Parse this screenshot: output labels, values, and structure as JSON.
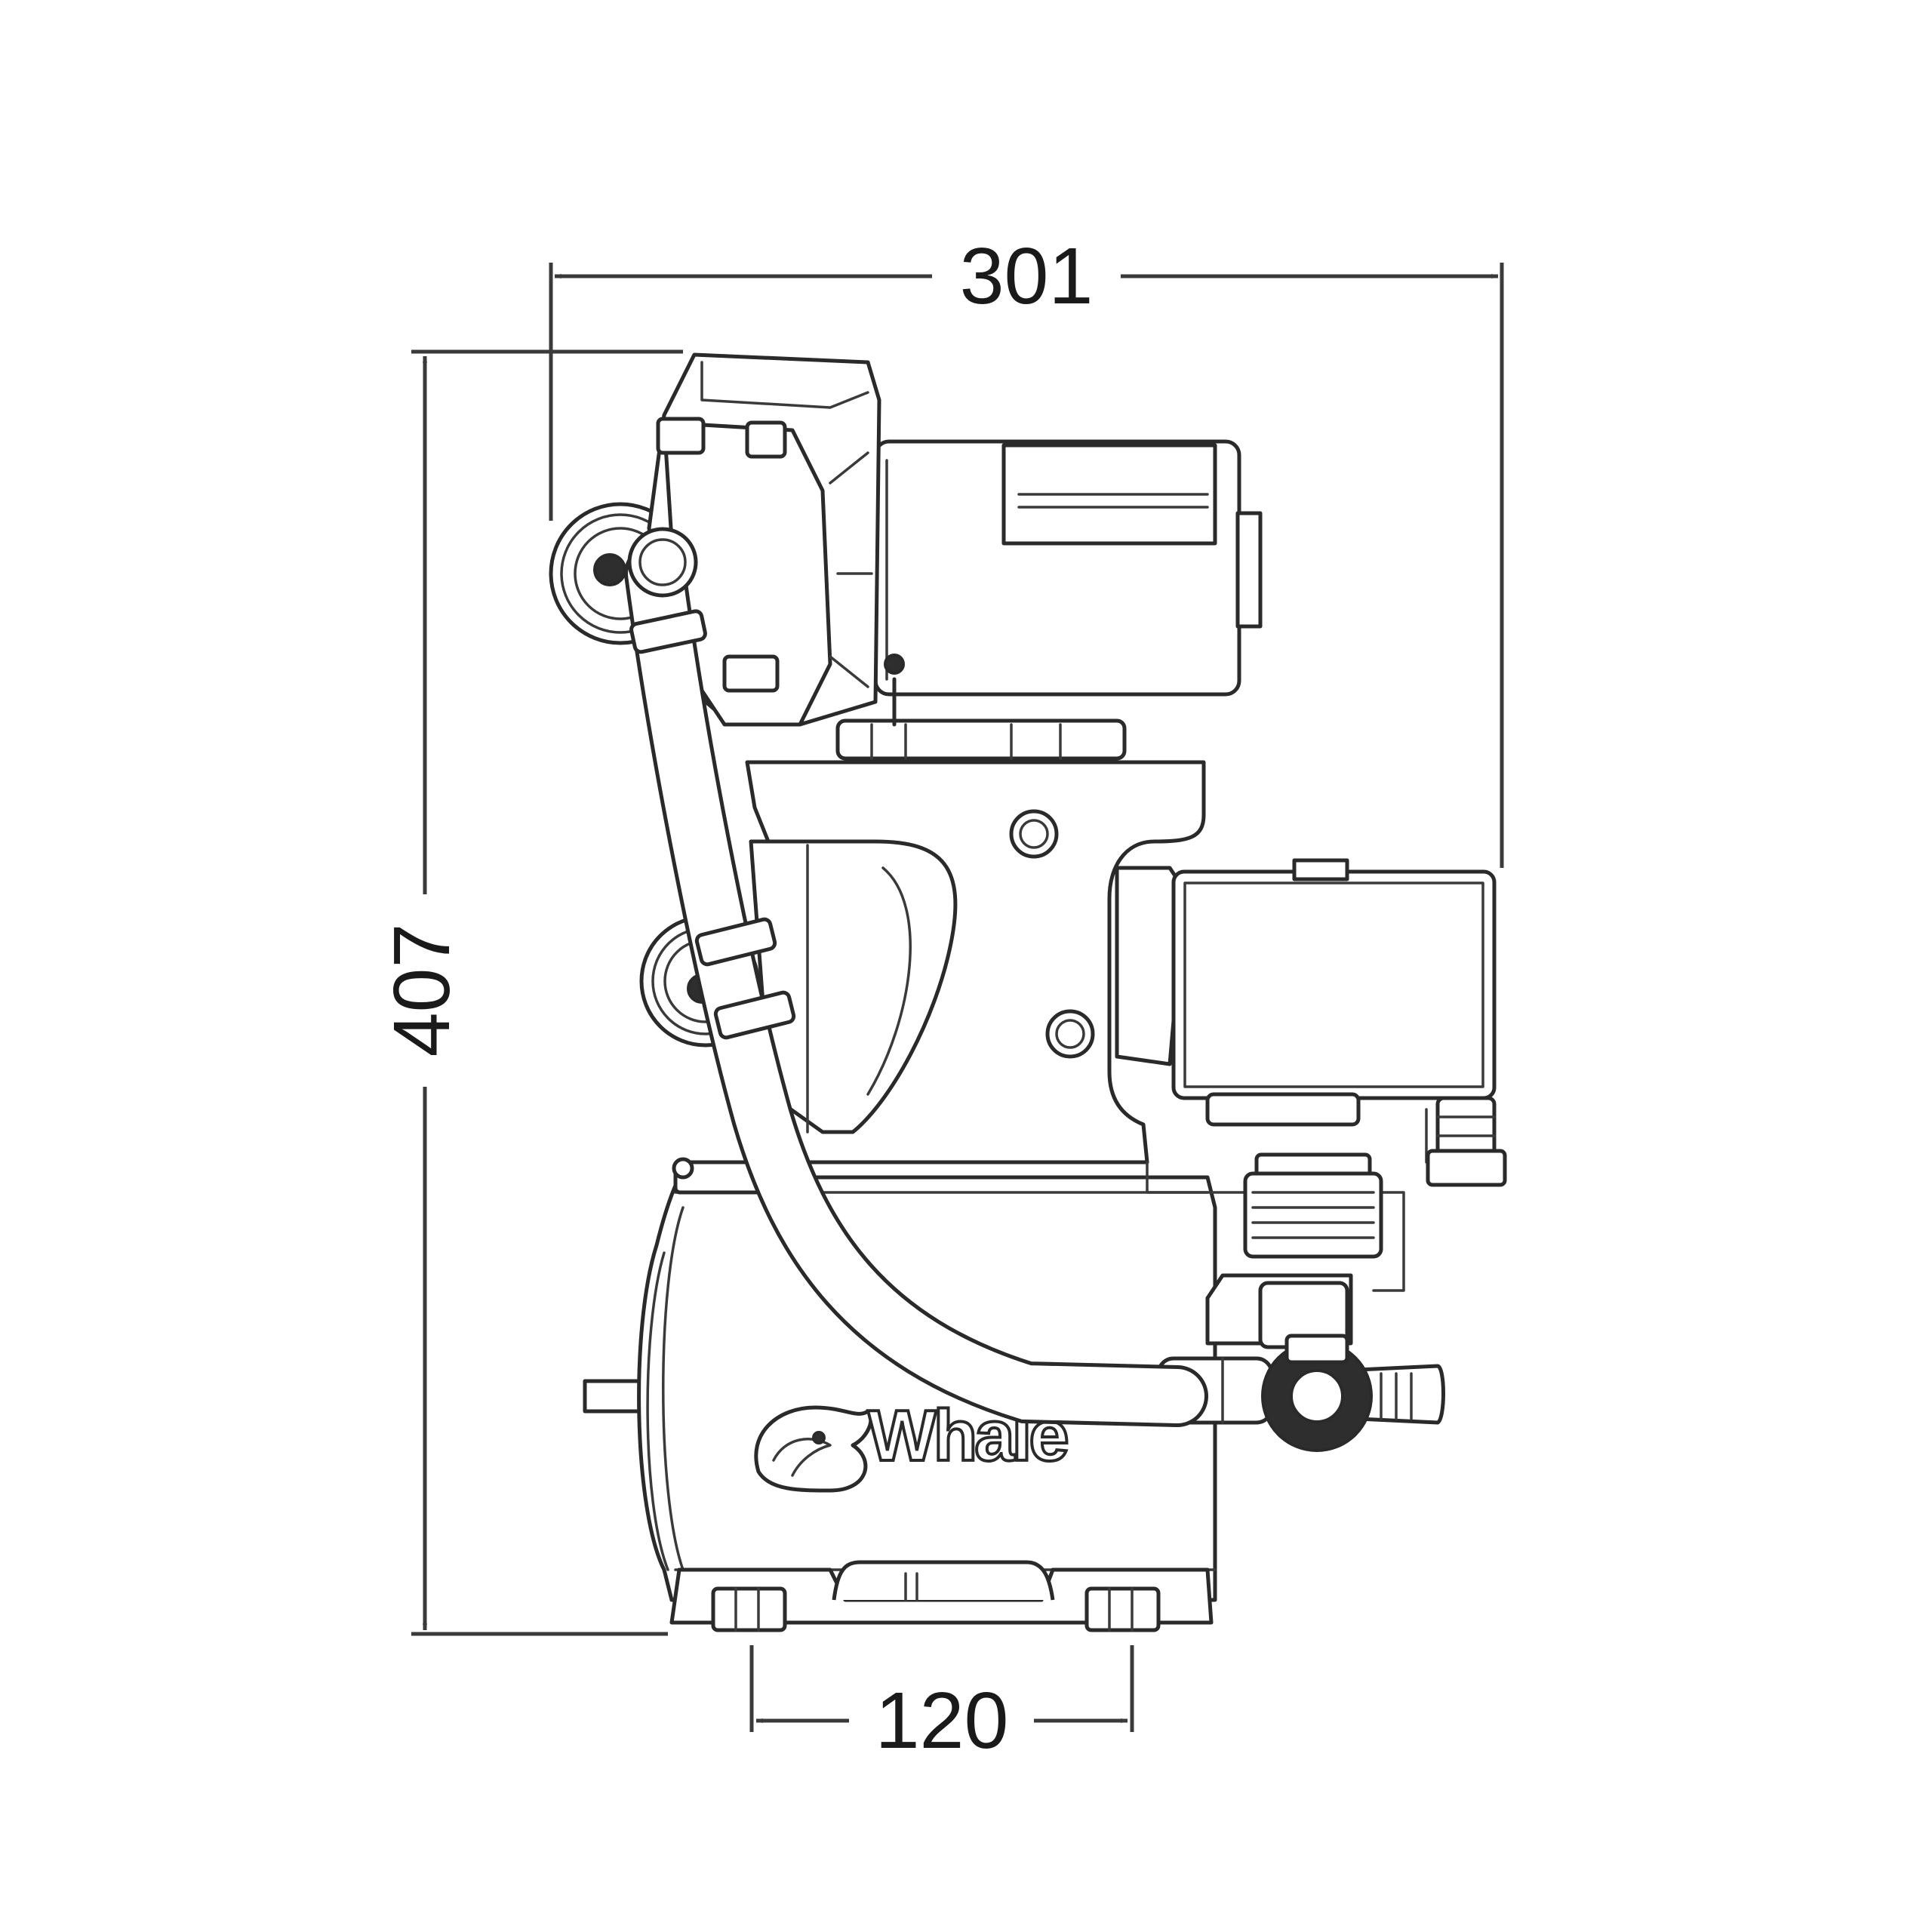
{
  "dimensions": {
    "width": "301",
    "height": "407",
    "base_spacing": "120"
  },
  "logo": {
    "brand": "Whale"
  },
  "colors": {
    "line": "#2a2a2a",
    "background": "#ffffff"
  }
}
